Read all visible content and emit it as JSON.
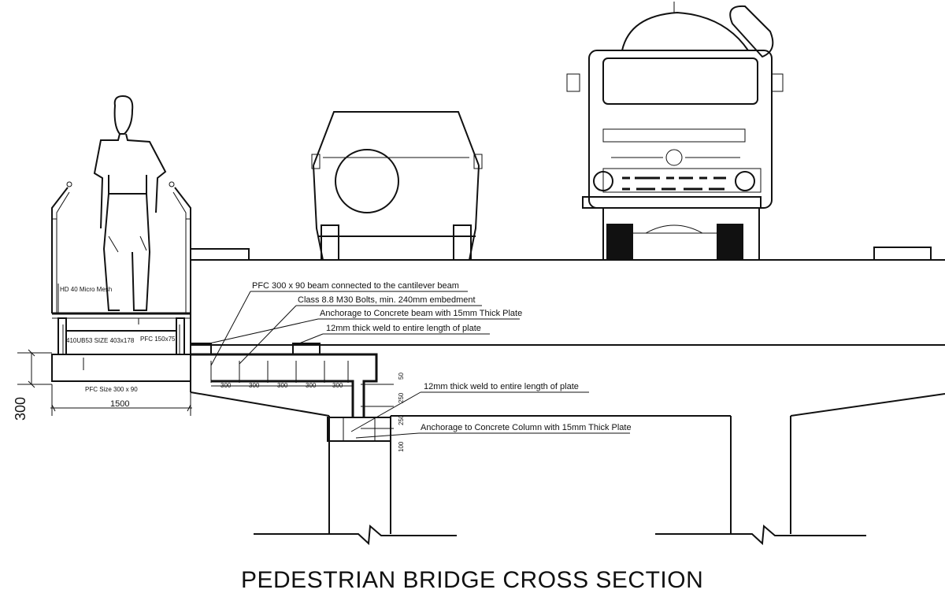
{
  "title": "PEDESTRIAN BRIDGE CROSS SECTION",
  "callouts": {
    "pfc_beam": "PFC 300 x 90 beam connected to the cantilever beam",
    "bolts": "Class 8.8 M30 Bolts, min. 240mm embedment",
    "anchor_beam": "Anchorage to Concrete beam with 15mm Thick Plate",
    "weld_top": "12mm thick weld to entire length of plate",
    "weld_right": "12mm thick weld to entire length of plate",
    "anchor_column": "Anchorage to Concrete Column with 15mm Thick Plate"
  },
  "walkway_labels": {
    "mesh": "HD 40 Micro Mesh",
    "ub": "410UB53 SIZE 403x178",
    "pfc_150": "PFC 150x75",
    "pfc_size": "PFC Size 300 x 90"
  },
  "dimensions": {
    "width": "1500",
    "depth": "300",
    "bolt_spacing": [
      "300",
      "300",
      "300",
      "300",
      "300"
    ],
    "plate_spacing": [
      "50",
      "250",
      "250",
      "100"
    ]
  },
  "colors": {
    "ink": "#111111",
    "background": "#ffffff"
  }
}
